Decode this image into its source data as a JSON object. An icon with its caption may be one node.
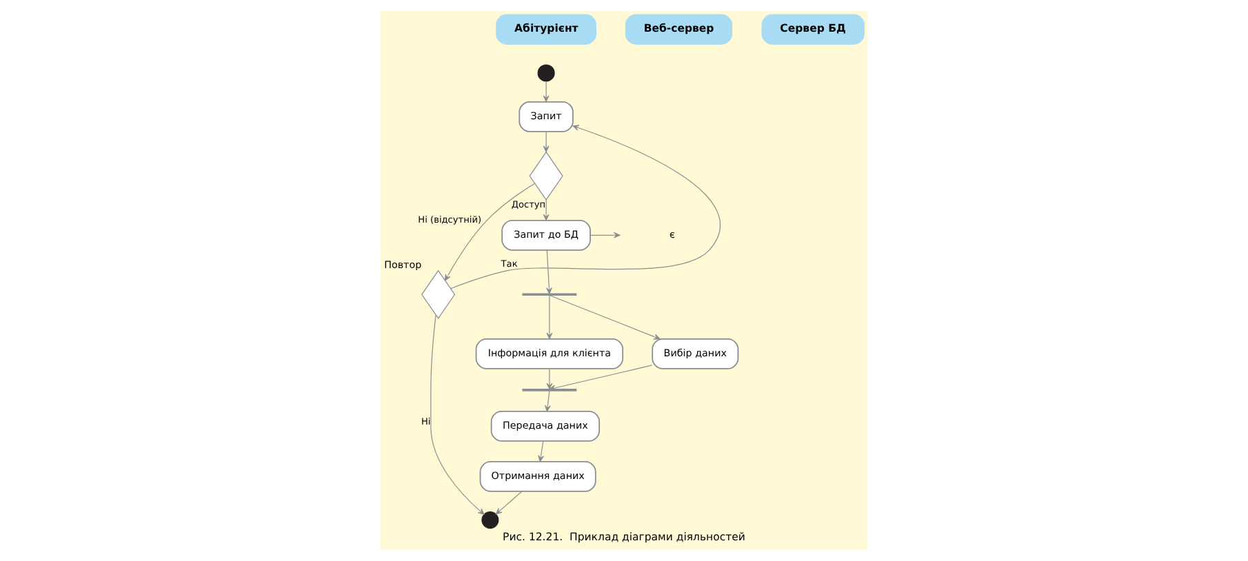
{
  "diagram": {
    "caption": "Рис. 12.21.  Приклад діаграми діяльностей",
    "nodes": [
      {
        "text": [
          "Абітурієнт"
        ]
      },
      {
        "text": [
          "Веб-сервер"
        ]
      },
      {
        "text": [
          "Сервер БД"
        ]
      },
      {
        "text": [],
        "shape": "circle"
      },
      {
        "text": [
          "Запит"
        ]
      },
      {
        "text": [],
        "shape": "diamond"
      },
      {
        "text": [],
        "shape": "diamond",
        "beside": [
          "Повтор"
        ]
      },
      {
        "text": [
          "Запит до БД"
        ]
      },
      {
        "text": [],
        "shape": "bar"
      },
      {
        "text": [
          "Інформація для клієнта"
        ]
      },
      {
        "text": [
          "Вибір даних"
        ]
      },
      {
        "text": [],
        "shape": "bar"
      },
      {
        "text": [
          "Передача даних"
        ]
      },
      {
        "text": [
          "Отримання даних"
        ]
      },
      {
        "text": [],
        "shape": "circle"
      }
    ],
    "edges": [
      {
        "from": 3,
        "to": 4,
        "arrow": "to"
      },
      {
        "from": 4,
        "to": 5,
        "arrow": "to"
      },
      {
        "from": 5,
        "to": 7,
        "arrow": "to",
        "label": "Доступ"
      },
      {
        "from": 5,
        "to": 6,
        "arrow": "to",
        "label": "Ні (відсутній)"
      },
      {
        "from": 6,
        "to": 4,
        "arrow": "to",
        "label": "Так"
      },
      {
        "from": 6,
        "to": 14,
        "arrow": "to",
        "label": "Ні"
      },
      {
        "from": 7,
        "to": null,
        "arrow": "to"
      },
      {
        "from": 7,
        "to": 8,
        "arrow": "to"
      },
      {
        "from": 8,
        "to": 9,
        "arrow": "to"
      },
      {
        "from": 8,
        "to": 10,
        "arrow": "to"
      },
      {
        "from": 9,
        "to": 11,
        "arrow": "to"
      },
      {
        "from": 10,
        "to": 11,
        "arrow": "to"
      },
      {
        "from": 11,
        "to": 12,
        "arrow": "to"
      },
      {
        "from": 12,
        "to": 13,
        "arrow": "to"
      },
      {
        "from": 13,
        "to": 14,
        "arrow": "to"
      }
    ],
    "labels": [
      "є"
    ]
  }
}
